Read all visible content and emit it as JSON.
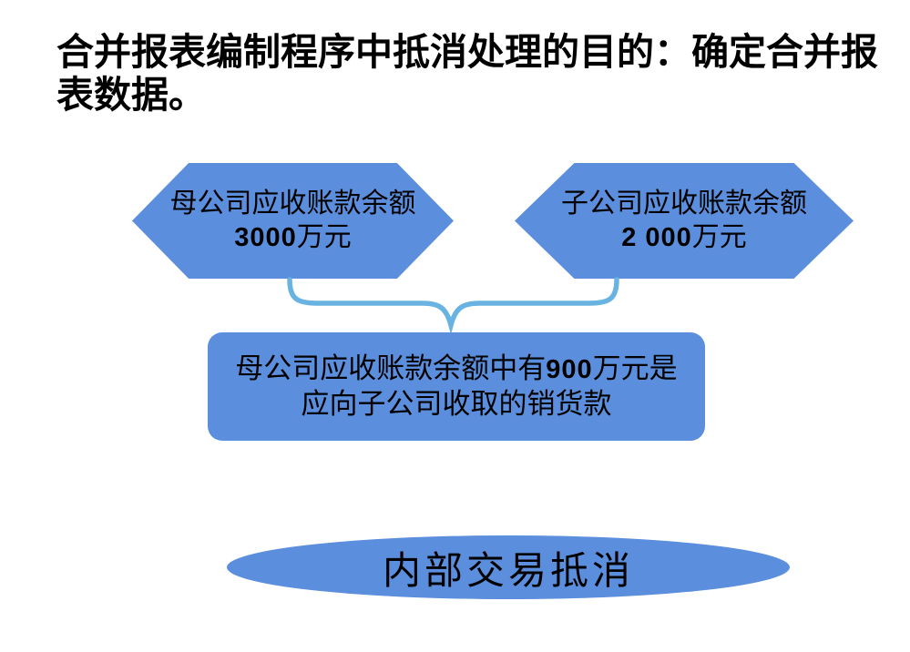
{
  "title": "合并报表编制程序中抵消处理的目的：确定合并报表数据。",
  "shapes": {
    "parent_hexagon": {
      "label": "母公司应收账款余额",
      "amount": "3000",
      "unit": "万元"
    },
    "subsidiary_hexagon": {
      "label": "子公司应收账款余额",
      "amount": "2 000",
      "unit": "万元"
    },
    "note_box": {
      "line1_prefix": "母公司应收账款余额中有",
      "line1_amount": "900",
      "line1_suffix": "万元是",
      "line2": "应向子公司收取的销货款"
    },
    "conclusion_ellipse": {
      "label": "内部交易抵消"
    }
  },
  "colors": {
    "shape_fill": "#5B8EDC",
    "brace_stroke": "#68B3E2",
    "text": "#000000",
    "background": "#FFFFFF"
  }
}
